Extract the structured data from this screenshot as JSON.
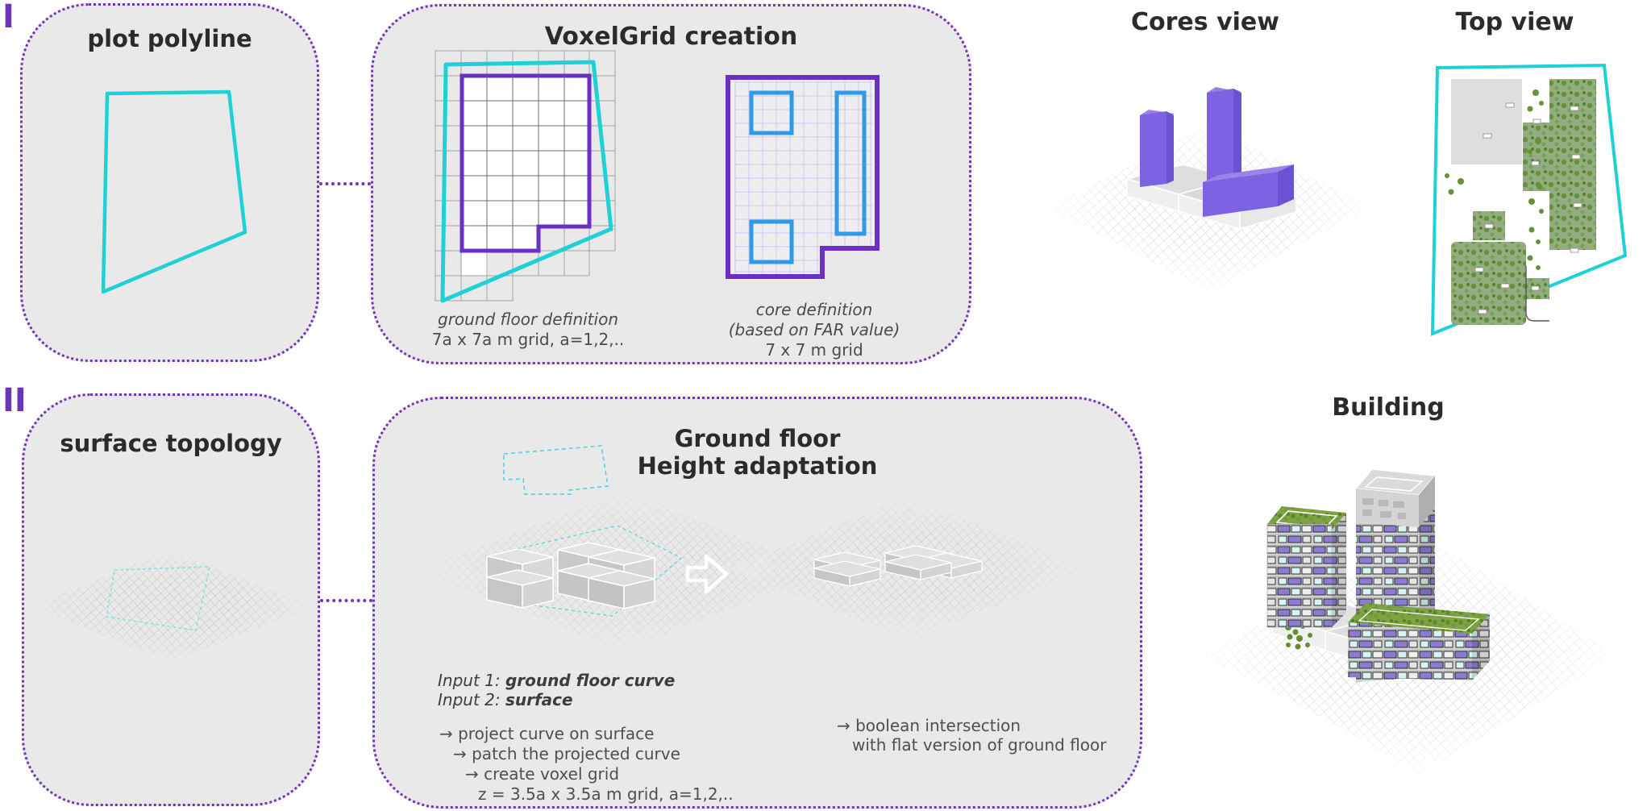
{
  "colors": {
    "accent_purple_border": "#7434b8",
    "numeral_purple": "#6b35b6",
    "cyan_polyline": "#1fd0d6",
    "voxel_outline_purple": "#6930c3",
    "core_blue": "#2f9be8",
    "tower_purple": "#7d63e2",
    "panel_background": "#e9e9ea",
    "green_roof": "#7fa243"
  },
  "row1": {
    "numeral": "I",
    "plot_panel": {
      "title": "plot polyline"
    },
    "voxel_panel": {
      "title": "VoxelGrid creation",
      "ground_floor_caption": [
        "ground floor definition",
        "7a x 7a m grid, a=1,2,.."
      ],
      "core_caption": [
        "core definition",
        "(based on FAR value)",
        "7 x 7 m grid"
      ]
    },
    "cores_view": {
      "title": "Cores view"
    },
    "top_view": {
      "title": "Top view"
    }
  },
  "row2": {
    "numeral": "II",
    "surface_panel": {
      "title": "surface topology"
    },
    "ground_floor_panel": {
      "title_line1": "Ground floor",
      "title_line2": "Height adaptation",
      "input1_label": "Input 1:",
      "input1_value": "ground floor curve",
      "input2_label": "Input 2:",
      "input2_value": "surface",
      "steps": [
        "→ project curve on surface",
        "→ patch the projected curve",
        "→ create voxel grid",
        "z = 3.5a x 3.5a m grid, a=1,2,.."
      ],
      "result_steps": [
        "→ boolean intersection",
        "with flat version of ground floor"
      ]
    },
    "building_view": {
      "title": "Building"
    }
  }
}
